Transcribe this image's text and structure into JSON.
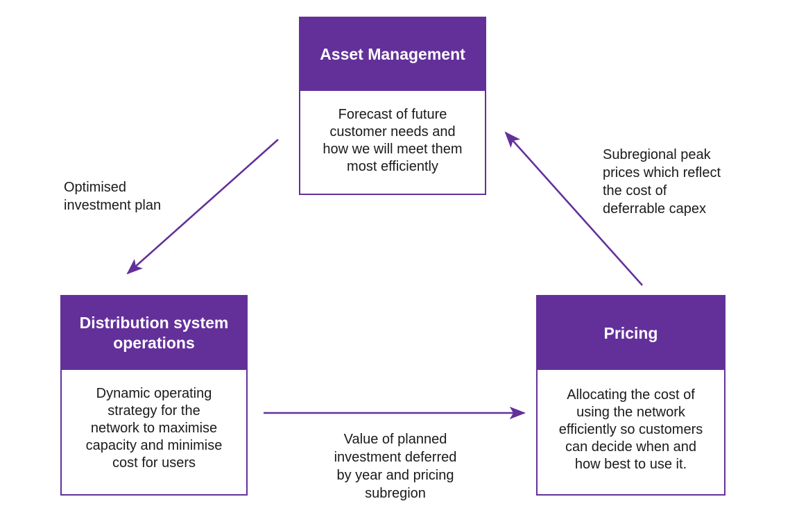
{
  "diagram": {
    "accent_color": "#63309A",
    "text_color": "#1a1a1a",
    "background_color": "#ffffff",
    "nodes": [
      {
        "id": "asset-management",
        "title": "Asset\nManagement",
        "body": "Forecast of future\ncustomer needs and\nhow we will meet them\nmost efficiently"
      },
      {
        "id": "distribution-system-operations",
        "title": "Distribution\nsystem operations",
        "body": "Dynamic operating\nstrategy for the\nnetwork to maximise\ncapacity and minimise\ncost for users"
      },
      {
        "id": "pricing",
        "title": "Pricing",
        "body": "Allocating the cost of\nusing the network\nefficiently so customers\ncan decide when and\nhow best to use it."
      }
    ],
    "edges": [
      {
        "id": "asset-to-dso",
        "from": "asset-management",
        "to": "distribution-system-operations",
        "label": "Optimised\ninvestment plan"
      },
      {
        "id": "dso-to-pricing",
        "from": "distribution-system-operations",
        "to": "pricing",
        "label": "Value of planned\ninvestment deferred\nby year and pricing\nsubregion"
      },
      {
        "id": "pricing-to-asset",
        "from": "pricing",
        "to": "asset-management",
        "label": "Subregional peak\nprices which reflect\nthe cost of\ndeferrable capex"
      }
    ]
  }
}
